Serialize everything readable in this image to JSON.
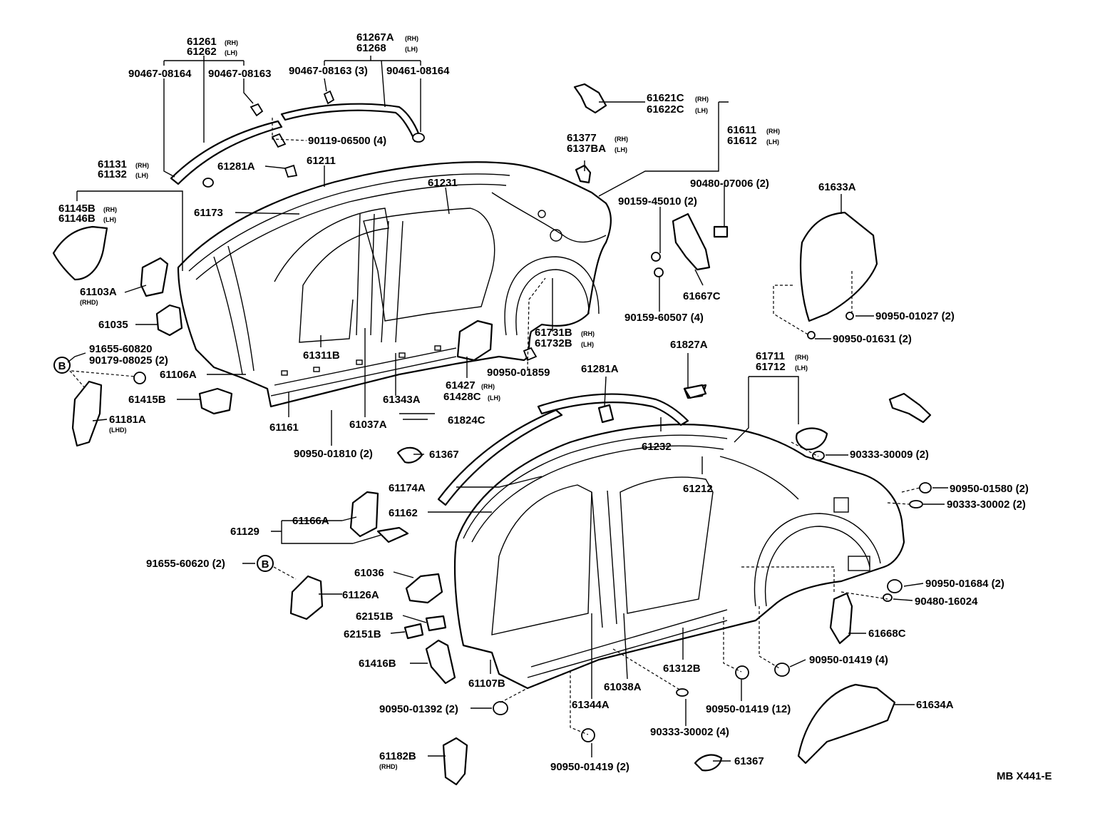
{
  "labels": {
    "p61261": "61261",
    "p61262": "61262",
    "p61267a": "61267A",
    "p61268": "61268",
    "p90467_08164": "90467-08164",
    "p90467_08163": "90467-08163",
    "p90467_08163_3": "90467-08163 (3)",
    "p90461_08164": "90461-08164",
    "p90119_06500": "90119-06500 (4)",
    "p61281a_top": "61281A",
    "p61211": "61211",
    "p61231": "61231",
    "p61131": "61131",
    "p61132": "61132",
    "p61145b": "61145B",
    "p61146b": "61146B",
    "p61173": "61173",
    "p61103a": "61103A",
    "p61035": "61035",
    "p91655_60820": "91655-60820",
    "p90179_08025": "90179-08025 (2)",
    "p61106a": "61106A",
    "p61415b": "61415B",
    "p61181a": "61181A",
    "p61311b": "61311B",
    "p61161": "61161",
    "p61037a": "61037A",
    "p61343a": "61343A",
    "p61824c": "61824C",
    "p90950_01810": "90950-01810 (2)",
    "p61367_a": "61367",
    "p61427": "61427",
    "p61428c": "61428C",
    "p90950_01859": "90950-01859",
    "p61731b": "61731B",
    "p61732b": "61732B",
    "p61621c": "61621C",
    "p61622c": "61622C",
    "p61611": "61611",
    "p61612": "61612",
    "p61377": "61377",
    "p61378a": "6137BA",
    "p90480_07006": "90480-07006 (2)",
    "p90159_45010": "90159-45010 (2)",
    "p61667c": "61667C",
    "p90159_60507": "90159-60507 (4)",
    "p61633a": "61633A",
    "p90950_01027": "90950-01027 (2)",
    "p90950_01631": "90950-01631 (2)",
    "p61827a": "61827A",
    "p61281a_mid": "61281A",
    "p61711": "61711",
    "p61712": "61712",
    "p61232": "61232",
    "p90333_30009": "90333-30009 (2)",
    "p90950_01580": "90950-01580 (2)",
    "p90333_30002_2": "90333-30002 (2)",
    "p61212": "61212",
    "p61174a": "61174A",
    "p61162": "61162",
    "p61166a": "61166A",
    "p61129": "61129",
    "p91655_60620": "91655-60620 (2)",
    "p61126a": "61126A",
    "p61036": "61036",
    "p62151b_1": "62151B",
    "p62151b_2": "62151B",
    "p61416b": "61416B",
    "p61107b": "61107B",
    "p90950_01392": "90950-01392 (2)",
    "p61182b": "61182B",
    "p61344a": "61344A",
    "p61038a": "61038A",
    "p61312b": "61312B",
    "p90333_30002_4": "90333-30002 (4)",
    "p90950_01419_12": "90950-01419 (12)",
    "p90950_01419_2": "90950-01419 (2)",
    "p90950_01419_4": "90950-01419 (4)",
    "p61367_b": "61367",
    "p61634a": "61634A",
    "p90950_01684": "90950-01684 (2)",
    "p90480_16024": "90480-16024",
    "p61668c": "61668C",
    "callout_b": "B",
    "figure_code": "MB X441-E"
  },
  "subs": {
    "rh": "(RH)",
    "lh": "(LH)",
    "rhd": "(RHD)",
    "lhd": "(LHD)"
  }
}
